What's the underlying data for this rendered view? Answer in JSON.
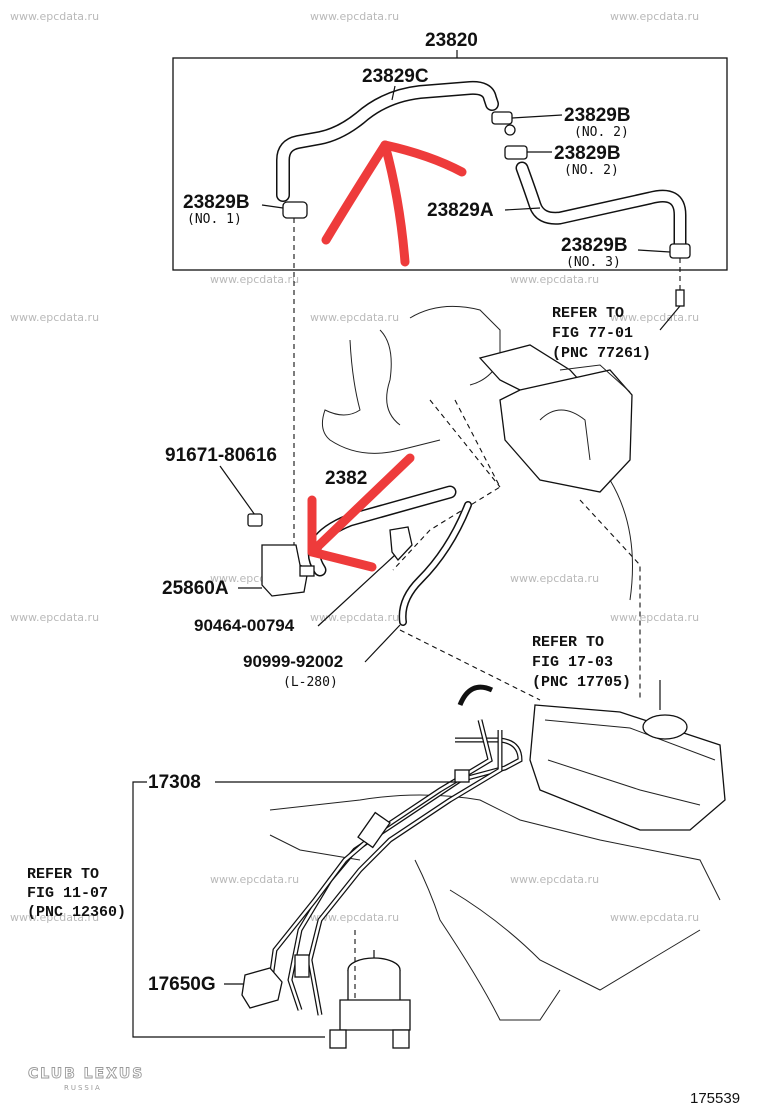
{
  "diagram": {
    "assembly_number": "23820",
    "parts": {
      "hose_c": "23829C",
      "clamp_no2_top": "23829B",
      "clamp_no2_top_sub": "(NO. 2)",
      "clamp_no2_mid": "23829B",
      "clamp_no2_mid_sub": "(NO. 2)",
      "clamp_no1": "23829B",
      "clamp_no1_sub": "(NO. 1)",
      "hose_a": "23829A",
      "clamp_no3": "23829B",
      "clamp_no3_sub": "(NO. 3)",
      "bolt": "91671-80616",
      "hose_partial": "2382",
      "vsv": "25860A",
      "clamp_hose": "90464-00794",
      "hose_cut": "90999-92002",
      "hose_cut_length": "(L-280)",
      "vacuum_tubes": "17308",
      "vsv_lower": "17650G"
    },
    "refs": {
      "ref_77": {
        "line1": "REFER TO",
        "line2": "FIG 77-01",
        "line3": "(PNC 77261)"
      },
      "ref_17": {
        "line1": "REFER TO",
        "line2": "FIG 17-03",
        "line3": "(PNC 17705)"
      },
      "ref_11": {
        "line1": "REFER TO",
        "line2": "FIG 11-07",
        "line3": "(PNC 12360)"
      }
    },
    "figure_number": "175539",
    "watermark": "www.epcdata.ru",
    "logo_text": "CLUB LEXUS",
    "logo_sub": "RUSSIA",
    "arrow_color": "#ee3b3b"
  }
}
